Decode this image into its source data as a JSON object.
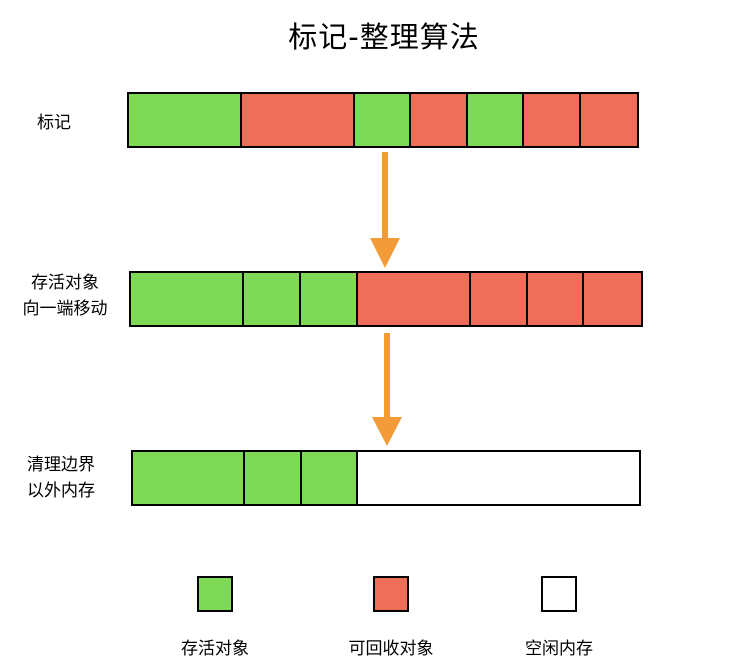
{
  "title": "标记-整理算法",
  "rows": [
    {
      "label": "标记",
      "cells": [
        {
          "state": "live",
          "span": 2
        },
        {
          "state": "dead",
          "span": 2
        },
        {
          "state": "live",
          "span": 1
        },
        {
          "state": "dead",
          "span": 1
        },
        {
          "state": "live",
          "span": 1
        },
        {
          "state": "dead",
          "span": 1
        },
        {
          "state": "dead",
          "span": 1
        }
      ]
    },
    {
      "label": "存活对象\n向一端移动",
      "cells": [
        {
          "state": "live",
          "span": 2
        },
        {
          "state": "live",
          "span": 1
        },
        {
          "state": "live",
          "span": 1
        },
        {
          "state": "dead",
          "span": 2
        },
        {
          "state": "dead",
          "span": 1
        },
        {
          "state": "dead",
          "span": 1
        },
        {
          "state": "dead",
          "span": 1
        }
      ]
    },
    {
      "label": "清理边界\n以外内存",
      "cells": [
        {
          "state": "live",
          "span": 2
        },
        {
          "state": "live",
          "span": 1
        },
        {
          "state": "live",
          "span": 1
        },
        {
          "state": "free",
          "span": 5
        }
      ]
    }
  ],
  "legend": [
    {
      "state": "live",
      "label": "存活对象"
    },
    {
      "state": "dead",
      "label": "可回收对象"
    },
    {
      "state": "free",
      "label": "空闲内存"
    }
  ],
  "colors": {
    "live": "#7ed957",
    "dead": "#ee6e59",
    "free": "#ffffff",
    "arrow": "#f29b38"
  }
}
